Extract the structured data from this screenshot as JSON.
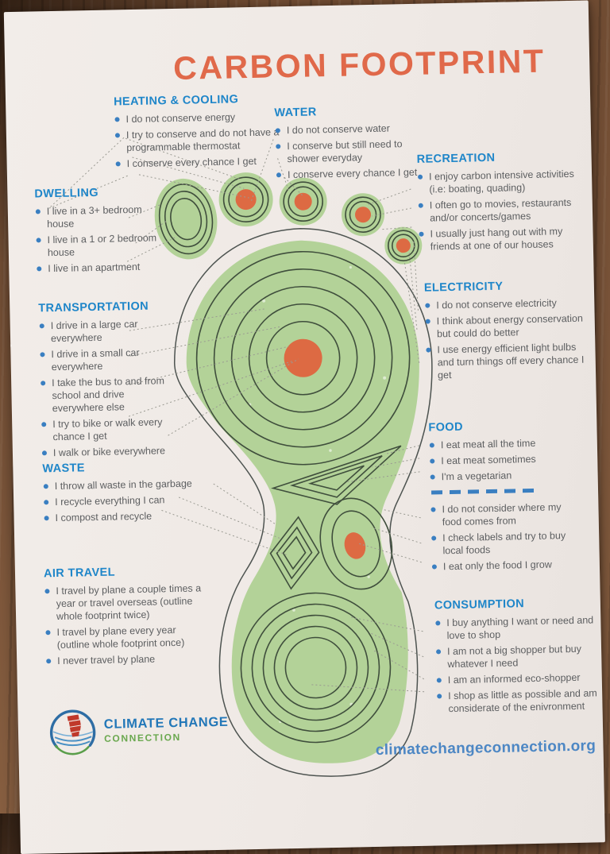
{
  "poster": {
    "title": "CARBON FOOTPRINT",
    "website": "climatechangeconnection.org",
    "logo": {
      "name": "CLIMATE CHANGE",
      "sub": "CONNECTION"
    }
  },
  "colors": {
    "title_orange": "#e0694a",
    "heading_blue": "#1f86c9",
    "bullet_blue": "#3a7fc1",
    "foot_green": "#b3d298",
    "ring_dark": "#3f4e3c",
    "dot_orange": "#dd6a43",
    "paper": "#f0ebe7",
    "wood_brown": "#6e4a31",
    "website_blue": "#4d87c4",
    "logo_green": "#6aa84f"
  },
  "sections": [
    {
      "id": "heating-cooling",
      "label": "HEATING & COOLING",
      "items": [
        "I do not conserve energy",
        "I try to conserve and do not have a programmable thermostat",
        "I conserve every chance I get"
      ]
    },
    {
      "id": "water",
      "label": "WATER",
      "items": [
        "I do not conserve water",
        "I conserve but still need to shower everyday",
        "I conserve every chance I get"
      ]
    },
    {
      "id": "recreation",
      "label": "RECREATION",
      "items": [
        "I enjoy carbon intensive activities (i.e: boating, quading)",
        "I often go to movies, restaurants and/or concerts/games",
        "I usually just hang out with my friends at one of our houses"
      ]
    },
    {
      "id": "dwelling",
      "label": "DWELLING",
      "items": [
        "I live in a 3+ bedroom house",
        "I live in a 1 or 2 bedroom house",
        "I live in an apartment"
      ]
    },
    {
      "id": "transportation",
      "label": "TRANSPORTATION",
      "items": [
        "I drive in a large car everywhere",
        "I drive in a small car everywhere",
        "I take the bus to and from school and drive everywhere else",
        "I try to bike or walk every chance I get",
        "I walk or bike everywhere"
      ]
    },
    {
      "id": "electricity",
      "label": "ELECTRICITY",
      "items": [
        "I do not conserve electricity",
        "I think about energy conservation but could do better",
        "I use energy efficient light bulbs and turn things off every chance I get"
      ]
    },
    {
      "id": "food",
      "label": "FOOD",
      "items": [
        "I eat meat all the time",
        "I eat meat sometimes",
        "I'm a vegetarian"
      ],
      "items2": [
        "I do not consider where my food comes from",
        "I check labels and try to buy local foods",
        "I eat only the food I grow"
      ]
    },
    {
      "id": "waste",
      "label": "WASTE",
      "items": [
        "I throw all waste in the garbage",
        "I recycle everything I can",
        "I compost and recycle"
      ]
    },
    {
      "id": "air-travel",
      "label": "AIR TRAVEL",
      "items": [
        "I travel by plane a couple times a year or travel overseas (outline whole footprint twice)",
        "I travel by plane every year (outline whole footprint once)",
        "I never travel by plane"
      ]
    },
    {
      "id": "consumption",
      "label": "CONSUMPTION",
      "items": [
        "I buy anything I want or need and love to shop",
        "I am not a big shopper but buy whatever I need",
        "I am an informed eco-shopper",
        "I shop as little as possible and am considerate of the enivronment"
      ]
    }
  ]
}
